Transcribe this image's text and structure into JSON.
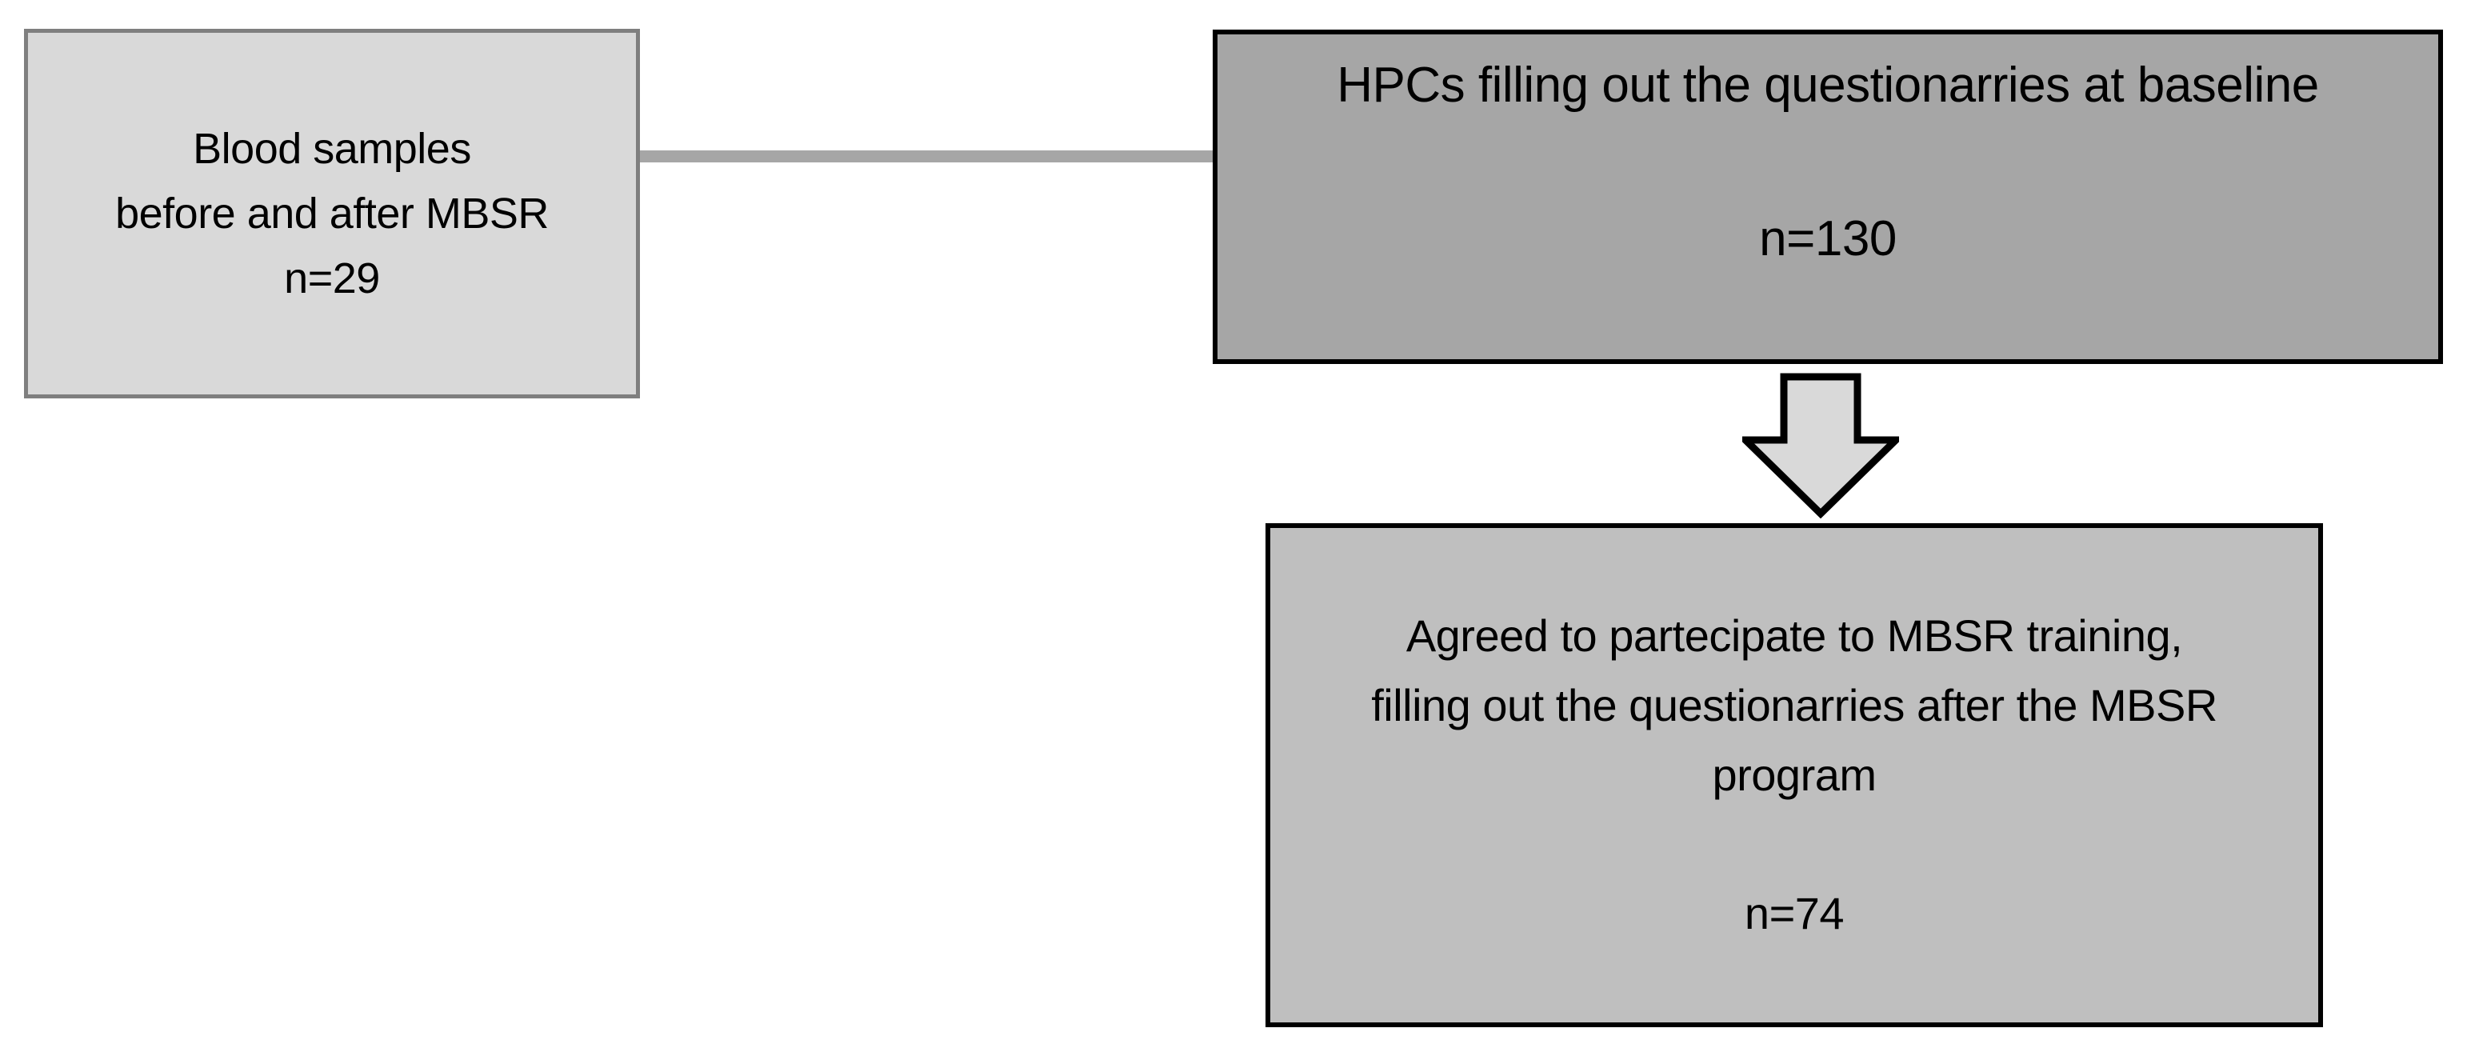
{
  "diagram": {
    "left_box": {
      "lines": [
        "Blood samples",
        "before and after MBSR",
        "n=29"
      ]
    },
    "top_box": {
      "title": "HPCs filling out the questionarries at baseline",
      "count": "n=130"
    },
    "bottom_box": {
      "lines": [
        "Agreed to partecipate to MBSR training,",
        "filling out the questionarries after the MBSR",
        "program"
      ],
      "count": "n=74"
    },
    "colors": {
      "left_box_fill": "#d9d9d9",
      "left_box_border": "#7f7f7f",
      "top_box_fill": "#a6a6a6",
      "bottom_box_fill": "#bfbfbf",
      "dark_border": "#000000",
      "connector": "#a6a6a6",
      "arrow_fill": "#d9d9d9",
      "arrow_stroke": "#000000"
    }
  }
}
